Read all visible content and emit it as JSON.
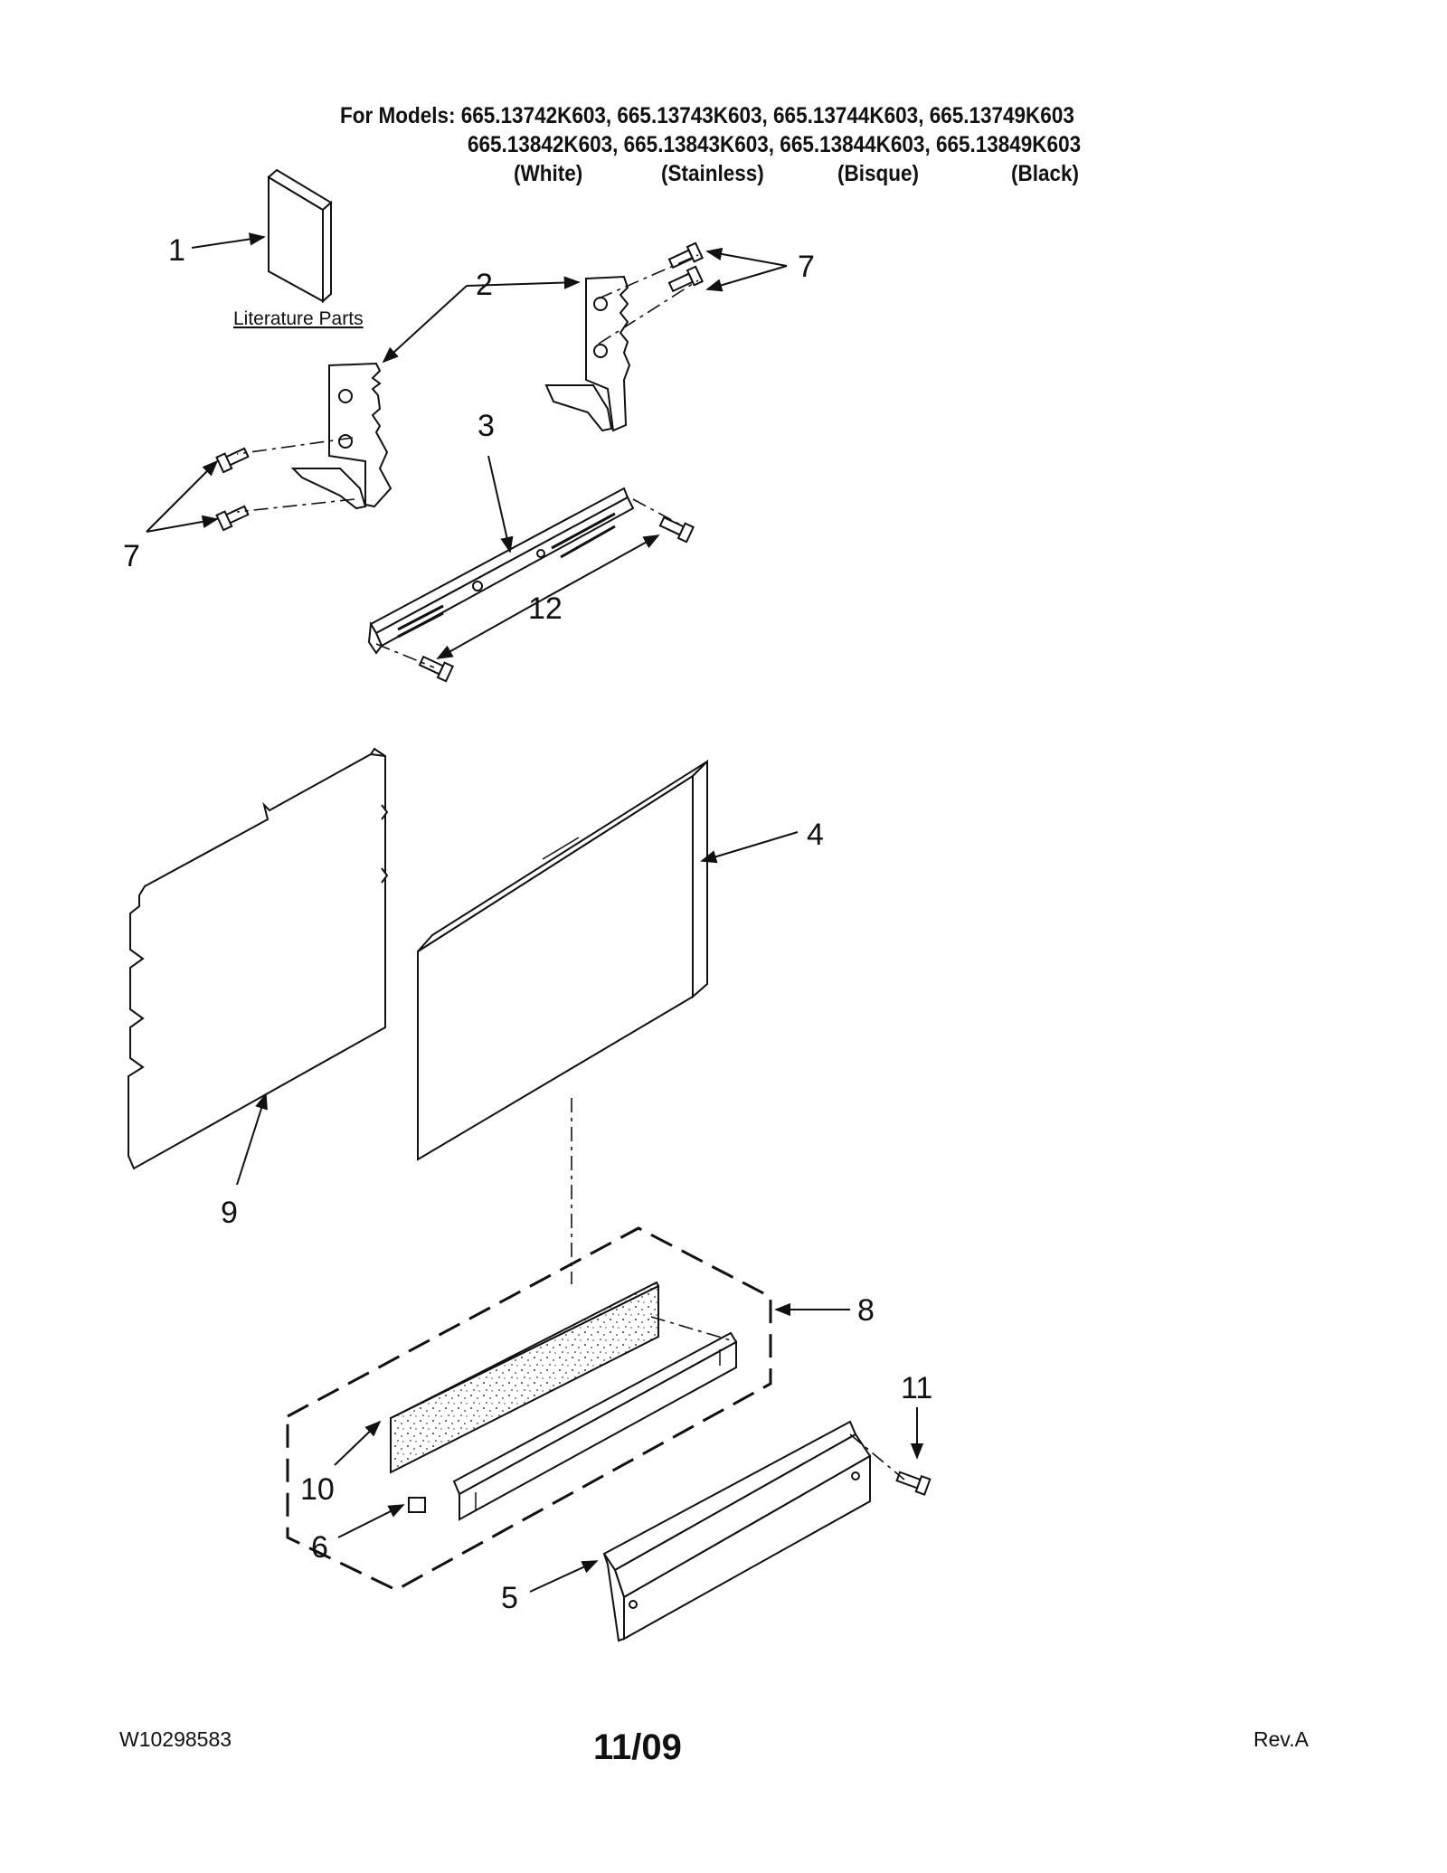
{
  "header": {
    "line1": "For Models: 665.13742K603, 665.13743K603, 665.13744K603, 665.13749K603",
    "line2": "665.13842K603, 665.13843K603, 665.13844K603, 665.13849K603",
    "colors": [
      "(White)",
      "(Stainless)",
      "(Bisque)",
      "(Black)"
    ]
  },
  "callouts": {
    "c1": "1",
    "c2": "2",
    "c3": "3",
    "c4": "4",
    "c5": "5",
    "c6": "6",
    "c7a": "7",
    "c7b": "7",
    "c8": "8",
    "c9": "9",
    "c10": "10",
    "c11": "11",
    "c12": "12"
  },
  "literature_label": "Literature Parts",
  "footer": {
    "doc_number": "W10298583",
    "date": "11/09",
    "revision": "Rev.A"
  }
}
